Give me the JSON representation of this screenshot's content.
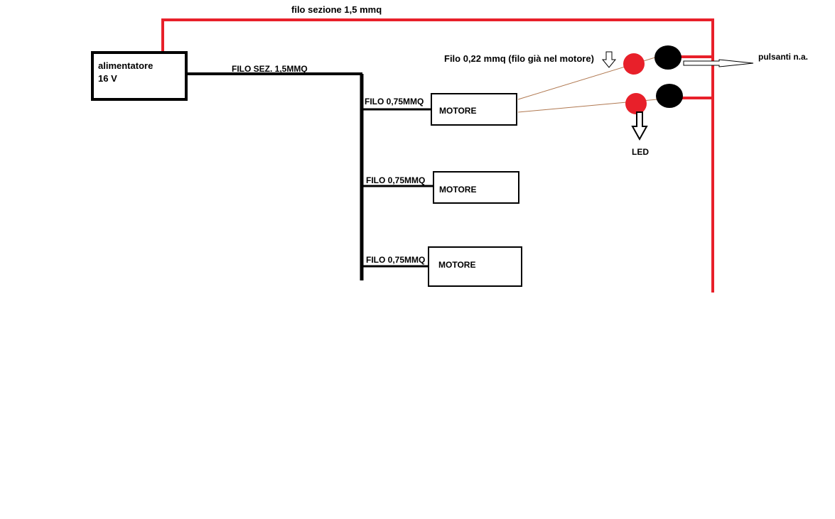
{
  "labels": {
    "red_wire": "filo sezione 1,5 mmq",
    "black_wire": "FILO SEZ. 1,5MMQ",
    "psu_line1": "alimentatore",
    "psu_line2": "16 V",
    "branch_wire": "FILO 0,75MMQ",
    "motor": "MOTORE",
    "thin_wire": "Filo 0,22 mmq (filo già nel motore)",
    "buttons": "pulsanti n.a.",
    "led": "LED"
  },
  "colors": {
    "red": "#e8202a",
    "black": "#000000",
    "thin_wire": "#b07850"
  }
}
